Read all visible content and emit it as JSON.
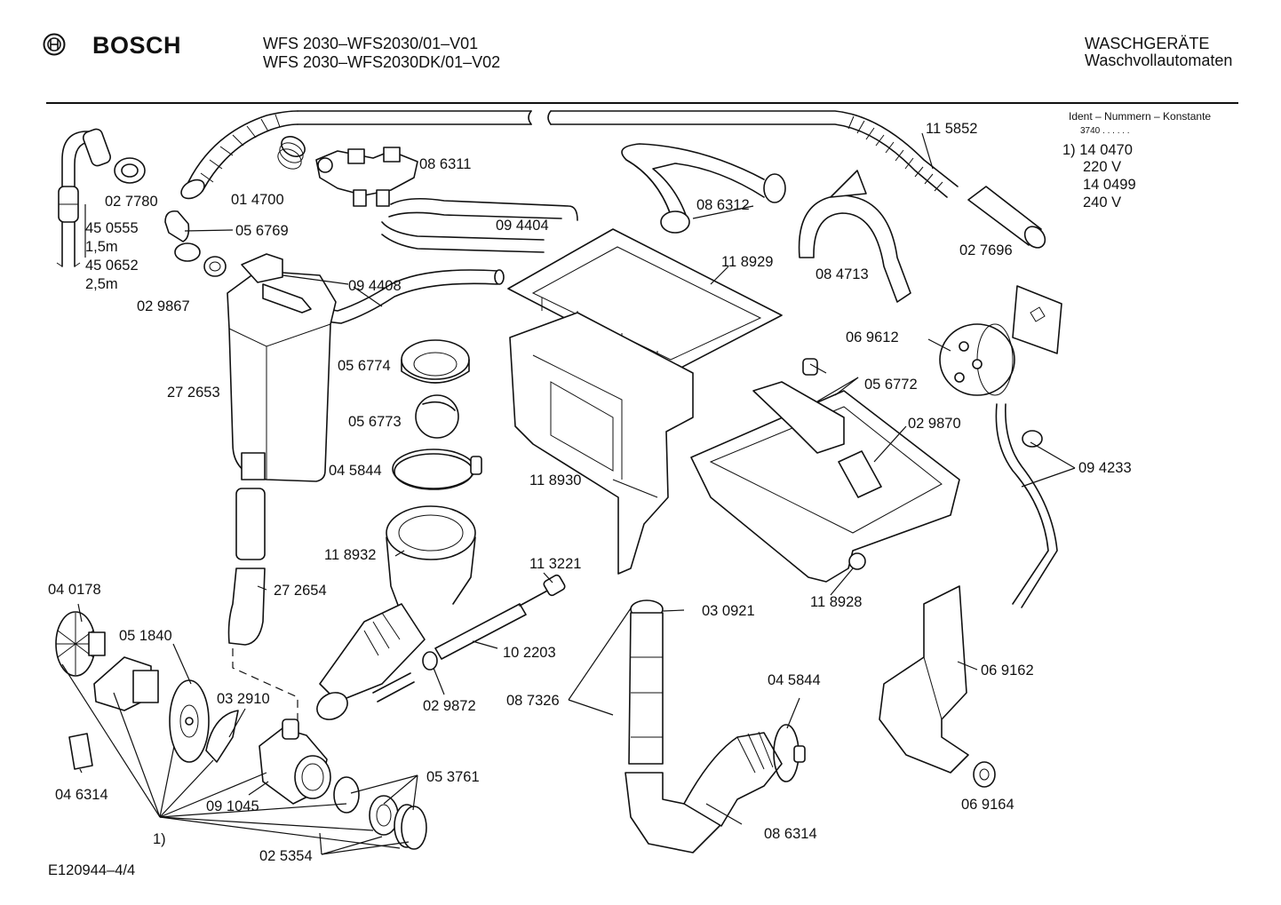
{
  "header": {
    "brand": "BOSCH",
    "model_line_1": "WFS 2030–WFS2030/01–V01",
    "model_line_2": "WFS 2030–WFS2030DK/01–V02",
    "category_line_1": "WASCHGERÄTE",
    "category_line_2": "Waschvollautomaten"
  },
  "ident": {
    "title": "Ident – Nummern – Konstante",
    "code": "3740 . .   . . . .",
    "lines": [
      "1) 14 0470",
      "220 V",
      "14 0499",
      "240 V"
    ]
  },
  "footer": {
    "drawing_id": "E120944–4/4"
  },
  "labels": [
    {
      "id": "p027780",
      "text": "02 7780"
    },
    {
      "id": "p450555",
      "text": "45 0555"
    },
    {
      "id": "p15m",
      "text": "1,5m"
    },
    {
      "id": "p450652",
      "text": "45 0652"
    },
    {
      "id": "p25m",
      "text": "2,5m"
    },
    {
      "id": "p056769",
      "text": "05 6769"
    },
    {
      "id": "p029867",
      "text": "02 9867"
    },
    {
      "id": "p014700",
      "text": "01 4700"
    },
    {
      "id": "p086311",
      "text": "08 6311"
    },
    {
      "id": "p094404",
      "text": "09 4404"
    },
    {
      "id": "p094408",
      "text": "09 4408"
    },
    {
      "id": "p272653",
      "text": "27 2653"
    },
    {
      "id": "p056774",
      "text": "05 6774"
    },
    {
      "id": "p056773",
      "text": "05 6773"
    },
    {
      "id": "p045844a",
      "text": "04 5844"
    },
    {
      "id": "p118932",
      "text": "11 8932"
    },
    {
      "id": "p272654",
      "text": "27 2654"
    },
    {
      "id": "p113221",
      "text": "11 3221"
    },
    {
      "id": "p102203",
      "text": "10 2203"
    },
    {
      "id": "p029872",
      "text": "02 9872"
    },
    {
      "id": "p040178",
      "text": "04 0178"
    },
    {
      "id": "p051840",
      "text": "05 1840"
    },
    {
      "id": "p032910",
      "text": "03 2910"
    },
    {
      "id": "p046314",
      "text": "04 6314"
    },
    {
      "id": "p091045",
      "text": "09 1045"
    },
    {
      "id": "p1",
      "text": "1)"
    },
    {
      "id": "p053761",
      "text": "05 3761"
    },
    {
      "id": "p025354",
      "text": "02 5354"
    },
    {
      "id": "p086312",
      "text": "08 6312"
    },
    {
      "id": "p118929",
      "text": "11 8929"
    },
    {
      "id": "p115852",
      "text": "11 5852"
    },
    {
      "id": "p084713",
      "text": "08 4713"
    },
    {
      "id": "p027696",
      "text": "02 7696"
    },
    {
      "id": "p069612",
      "text": "06 9612"
    },
    {
      "id": "p056772",
      "text": "05 6772"
    },
    {
      "id": "p029870",
      "text": "02 9870"
    },
    {
      "id": "p094233",
      "text": "09 4233"
    },
    {
      "id": "p118930",
      "text": "11 8930"
    },
    {
      "id": "p118928",
      "text": "11 8928"
    },
    {
      "id": "p030921",
      "text": "03 0921"
    },
    {
      "id": "p087326",
      "text": "08 7326"
    },
    {
      "id": "p045844b",
      "text": "04 5844"
    },
    {
      "id": "p086314",
      "text": "08 6314"
    },
    {
      "id": "p069162",
      "text": "06 9162"
    },
    {
      "id": "p069164",
      "text": "06 9164"
    }
  ]
}
